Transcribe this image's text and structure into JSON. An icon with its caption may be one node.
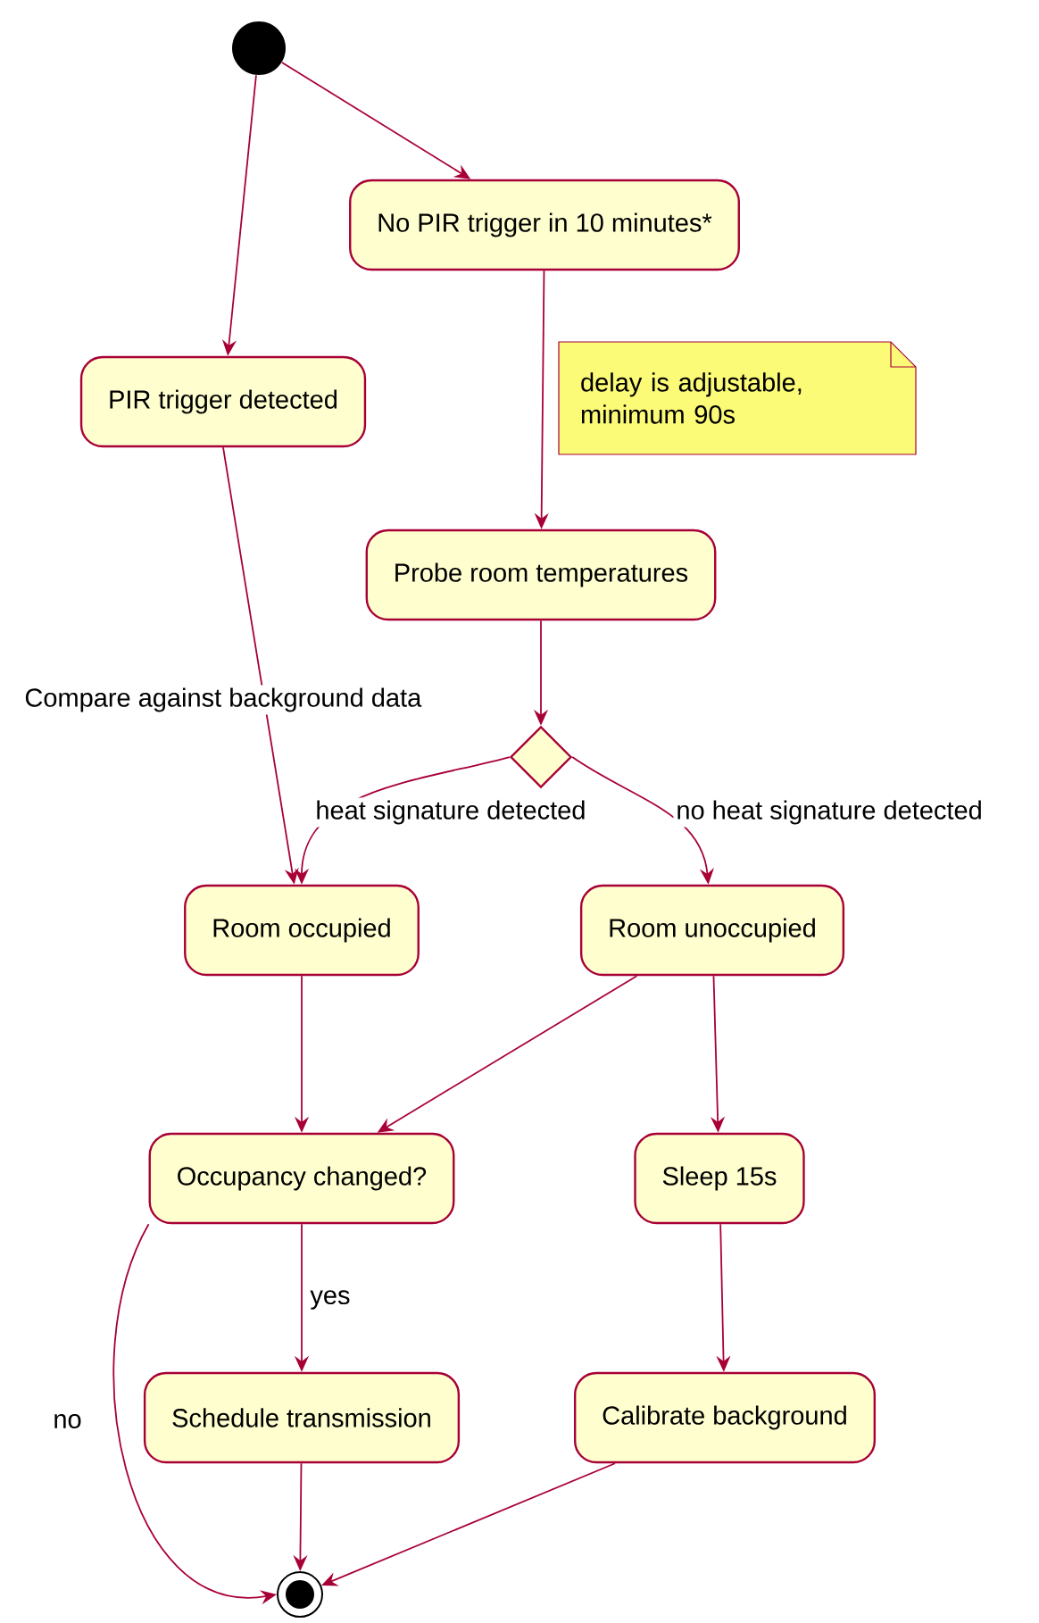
{
  "diagram": {
    "nodes": [
      {
        "text": [],
        "shape": "circle"
      },
      {
        "text": [
          "No PIR trigger in 10 minutes*"
        ]
      },
      {
        "text": [
          "PIR trigger detected"
        ]
      },
      {
        "text": [
          "delay is adjustable, minimum 90s"
        ]
      },
      {
        "text": [
          "Probe room temperatures"
        ]
      },
      {
        "text": [],
        "shape": "diamond"
      },
      {
        "text": [
          "Room occupied"
        ]
      },
      {
        "text": [
          "Room unoccupied"
        ]
      },
      {
        "text": [
          "Occupancy changed?"
        ]
      },
      {
        "text": [
          "Sleep 15s"
        ]
      },
      {
        "text": [
          "Schedule transmission"
        ]
      },
      {
        "text": [
          "Calibrate background"
        ]
      },
      {
        "text": [],
        "shape": "circle"
      }
    ],
    "edges": [
      {
        "from": 0,
        "to": 1,
        "arrow": "to"
      },
      {
        "from": 0,
        "to": 2,
        "arrow": "to"
      },
      {
        "from": 1,
        "to": 4,
        "arrow": "to"
      },
      {
        "from": 4,
        "to": 5,
        "arrow": "to"
      },
      {
        "from": 2,
        "to": 6,
        "arrow": "to",
        "label": "Compare against background data"
      },
      {
        "from": 5,
        "to": 6,
        "arrow": "to",
        "label": "heat signature detected"
      },
      {
        "from": 5,
        "to": 7,
        "arrow": "to",
        "label": "no heat signature detected"
      },
      {
        "from": 6,
        "to": 8,
        "arrow": "to"
      },
      {
        "from": 7,
        "to": 8,
        "arrow": "to"
      },
      {
        "from": 7,
        "to": 9,
        "arrow": "to"
      },
      {
        "from": 8,
        "to": 10,
        "arrow": "to",
        "label": "yes"
      },
      {
        "from": 8,
        "to": 12,
        "arrow": "to",
        "label": "no"
      },
      {
        "from": 10,
        "to": 12,
        "arrow": "to"
      },
      {
        "from": 9,
        "to": 11,
        "arrow": "to"
      },
      {
        "from": 11,
        "to": 12,
        "arrow": "to"
      }
    ]
  }
}
